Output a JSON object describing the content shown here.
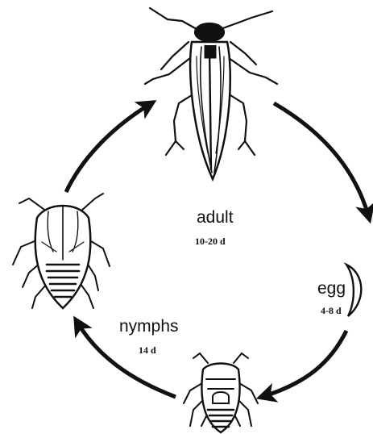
{
  "stages": {
    "adult": {
      "label": "adult",
      "duration": "10-20 d"
    },
    "egg": {
      "label": "egg",
      "duration": "4-8 d"
    },
    "nymphs": {
      "label": "nymphs",
      "duration": "14 d"
    }
  },
  "colors": {
    "ink": "#111111",
    "background": "#ffffff"
  },
  "icons": [
    "adult-insect-icon",
    "egg-icon",
    "early-nymph-icon",
    "late-nymph-icon",
    "cycle-arrow-icon"
  ]
}
